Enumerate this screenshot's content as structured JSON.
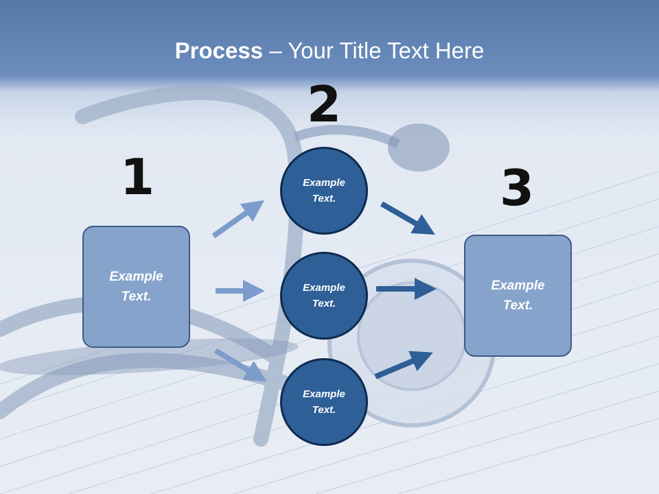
{
  "title": {
    "bold": "Process",
    "rest": " – Your Title Text Here"
  },
  "steps": {
    "one": {
      "number": "1",
      "text_line1": "Example",
      "text_line2": "Text."
    },
    "two": {
      "number": "2",
      "circles": [
        {
          "text_line1": "Example",
          "text_line2": "Text."
        },
        {
          "text_line1": "Example",
          "text_line2": "Text."
        },
        {
          "text_line1": "Example",
          "text_line2": "Text."
        }
      ]
    },
    "three": {
      "number": "3",
      "text_line1": "Example",
      "text_line2": "Text."
    }
  },
  "colors": {
    "header": "#5578a8",
    "box_fill": "#86a3cb",
    "circle_fill": "#2e5f97",
    "arrow_light": "#7c9ccb",
    "arrow_dark": "#2e5f97"
  }
}
